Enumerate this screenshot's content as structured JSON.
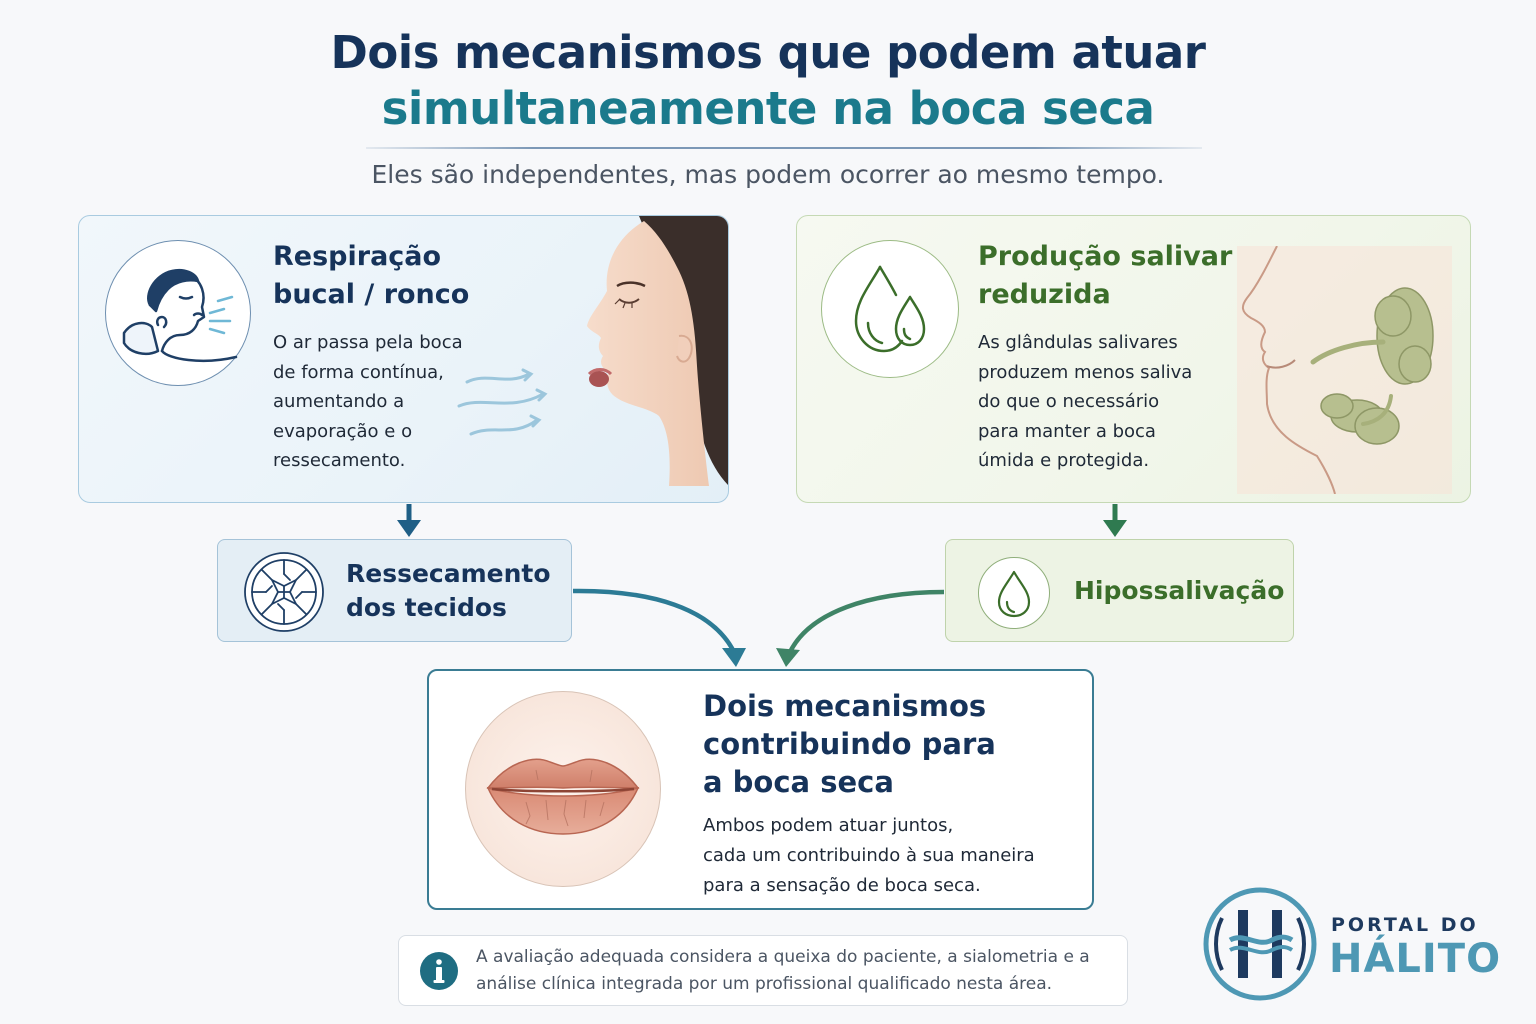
{
  "header": {
    "title_line1": "Dois mecanismos que podem atuar",
    "title_line2": "simultaneamente na boca seca",
    "subtitle": "Eles são independentes, mas podem ocorrer ao mesmo tempo."
  },
  "left_card": {
    "title_line1": "Respiração",
    "title_line2": "bucal / ronco",
    "body": [
      "O ar passa pela boca",
      "de forma contínua,",
      "aumentando a",
      "evaporação e o",
      "ressecamento."
    ]
  },
  "right_card": {
    "title_line1": "Produção salivar",
    "title_line2": "reduzida",
    "body": [
      "As glândulas salivares",
      "produzem menos saliva",
      "do que o necessário",
      "para manter a boca",
      "úmida e protegida."
    ]
  },
  "left_result": {
    "line1": "Ressecamento",
    "line2": "dos tecidos"
  },
  "right_result": {
    "label": "Hipossalivação"
  },
  "outcome": {
    "title": [
      "Dois mecanismos",
      "contribuindo para",
      "a boca seca"
    ],
    "body": [
      "Ambos podem atuar juntos,",
      "cada um contribuindo à sua maneira",
      "para a sensação de boca seca."
    ]
  },
  "note": {
    "line1": "A avaliação adequada considera a queixa do paciente, a sialometria e a",
    "line2": "análise clínica integrada por um profissional qualificado nesta área."
  },
  "logo": {
    "top": "PORTAL DO",
    "bottom": "HÁLITO"
  },
  "colors": {
    "navy": "#16335a",
    "teal": "#1b7a8c",
    "green": "#3b6e2a",
    "arrow_left": "#2c7b95",
    "arrow_right": "#3f8466"
  }
}
